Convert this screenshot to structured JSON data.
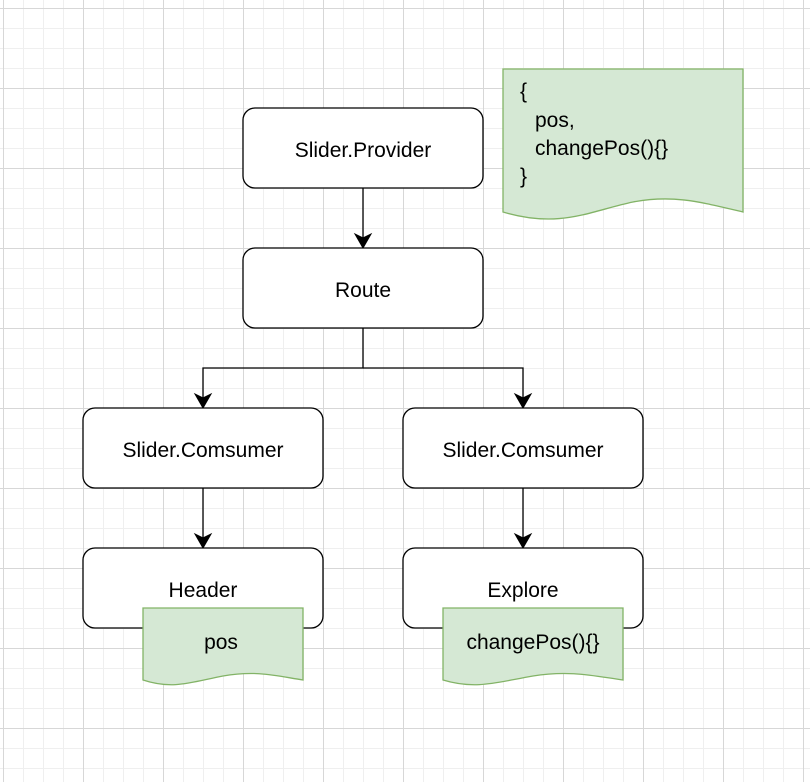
{
  "colors": {
    "node_fill": "#ffffff",
    "node_stroke": "#000000",
    "note_fill": "#d5e8d4",
    "note_stroke": "#82b366"
  },
  "nodes": {
    "provider": "Slider.Provider",
    "route": "Route",
    "consumer_left": "Slider.Comsumer",
    "consumer_right": "Slider.Comsumer",
    "header": "Header",
    "explore": "Explore"
  },
  "notes": {
    "context_value": {
      "lines": [
        "{",
        "  pos,",
        "  changePos(){}",
        "}"
      ]
    },
    "header_prop": "pos",
    "explore_prop": "changePos(){}"
  }
}
